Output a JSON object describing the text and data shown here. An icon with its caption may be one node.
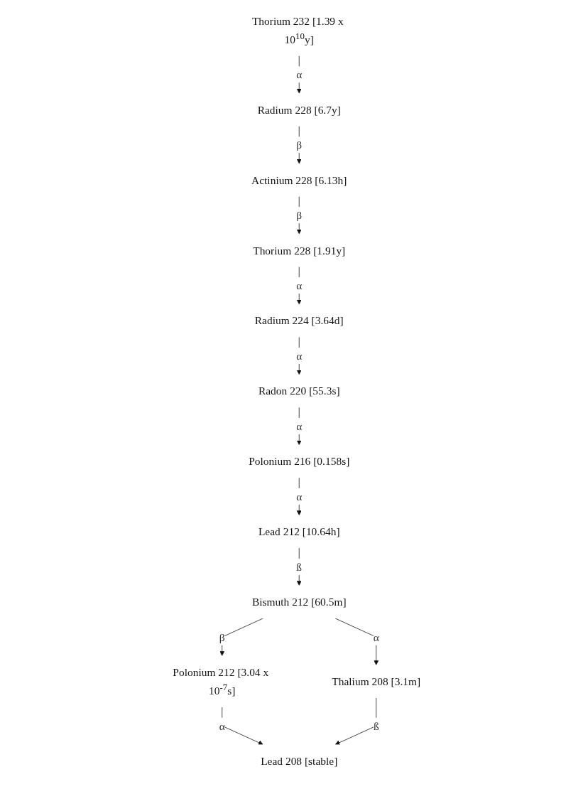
{
  "diagram": {
    "nodes": [
      {
        "text": [
          "Thorium 232 [1.39 x 10$^{10}$y]"
        ]
      },
      {
        "text": [
          "Radium 228 [6.7y]"
        ]
      },
      {
        "text": [
          "Actinium 228 [6.13h]"
        ]
      },
      {
        "text": [
          "Thorium 228 [1.91y]"
        ]
      },
      {
        "text": [
          "Radium 224 [3.64d]"
        ]
      },
      {
        "text": [
          "Radon 220 [55.3s]"
        ]
      },
      {
        "text": [
          "Polonium 216 [0.158s]"
        ]
      },
      {
        "text": [
          "Lead 212 [10.64h]"
        ]
      },
      {
        "text": [
          "Bismuth 212 [60.5m]"
        ]
      },
      {
        "text": [
          "Polonium 212 [3.04 x 10$^{-7}$s]"
        ]
      },
      {
        "text": [
          "Thalium 208 [3.1m]"
        ]
      },
      {
        "text": [
          "Lead 208 [stable]"
        ]
      }
    ],
    "edges": [
      {
        "from": 0,
        "to": 1,
        "arrow": "to",
        "label": "α"
      },
      {
        "from": 1,
        "to": 2,
        "arrow": "to",
        "label": "β"
      },
      {
        "from": 2,
        "to": 3,
        "arrow": "to",
        "label": "β"
      },
      {
        "from": 3,
        "to": 4,
        "arrow": "to",
        "label": "α"
      },
      {
        "from": 4,
        "to": 5,
        "arrow": "to",
        "label": "α"
      },
      {
        "from": 5,
        "to": 6,
        "arrow": "to",
        "label": "α"
      },
      {
        "from": 6,
        "to": 7,
        "arrow": "to",
        "label": "α"
      },
      {
        "from": 7,
        "to": 8,
        "arrow": "to",
        "label": "ß"
      },
      {
        "from": 8,
        "to": 9,
        "arrow": "to",
        "label": "β"
      },
      {
        "from": 8,
        "to": 10,
        "arrow": "to",
        "label": "α"
      },
      {
        "from": 9,
        "to": 11,
        "arrow": "to",
        "label": "α"
      },
      {
        "from": 10,
        "to": 11,
        "arrow": "to",
        "label": "ß"
      }
    ]
  }
}
